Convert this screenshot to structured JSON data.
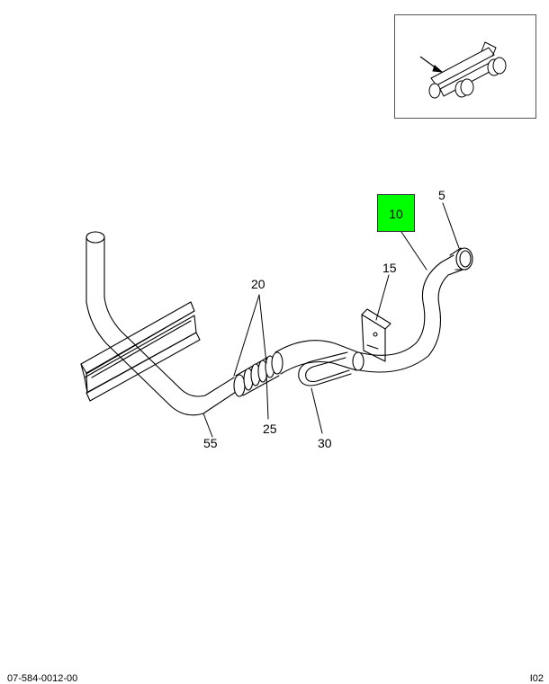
{
  "callouts": {
    "c5": "5",
    "c10": "10",
    "c15": "15",
    "c20": "20",
    "c25": "25",
    "c30": "30",
    "c55": "55"
  },
  "highlight": {
    "color": "#00ff00",
    "label_ref": "10"
  },
  "footer": {
    "left_code": "07-584-0012-00",
    "right_code": "I02"
  }
}
